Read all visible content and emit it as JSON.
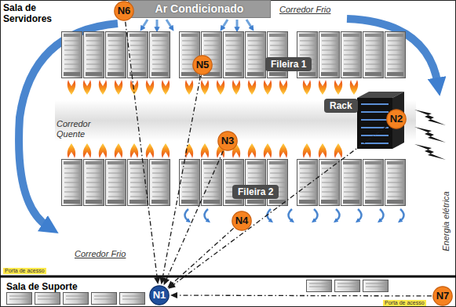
{
  "diagram": {
    "nodes": [
      {
        "text": [
          "Sala de Servidores"
        ]
      },
      {
        "text": [
          "Ar Condicionado"
        ],
        "in": 0
      },
      {
        "text": [
          "Fileira 1"
        ],
        "in": 0
      },
      {
        "text": [
          "Rack"
        ],
        "in": 0
      },
      {
        "text": [
          "Fileira 2"
        ],
        "in": 0
      },
      {
        "text": [
          "N6"
        ],
        "in": 0
      },
      {
        "text": [
          "N5"
        ],
        "in": 0
      },
      {
        "text": [
          "N3"
        ],
        "in": 0
      },
      {
        "text": [
          "N2"
        ],
        "in": 0
      },
      {
        "text": [
          "N4"
        ],
        "in": 0
      },
      {
        "text": [
          "Sala de Suporte"
        ]
      },
      {
        "text": [
          "N1"
        ],
        "in": 10
      },
      {
        "text": [
          "N7"
        ],
        "in": 10
      }
    ],
    "edges": [
      {
        "from": 5,
        "to": 11,
        "arrow": "to"
      },
      {
        "from": 6,
        "to": 11,
        "arrow": "to"
      },
      {
        "from": 7,
        "to": 11,
        "arrow": "to"
      },
      {
        "from": 8,
        "to": 11,
        "arrow": "to"
      },
      {
        "from": 9,
        "to": 11,
        "arrow": "to"
      },
      {
        "from": 12,
        "to": 11,
        "arrow": "to"
      }
    ],
    "labels": [
      "Corredor Frio",
      "Corredor Quente",
      "Corredor Frio",
      "Energia elétrica",
      "Porta de acesso",
      "Porta de acesso"
    ]
  }
}
